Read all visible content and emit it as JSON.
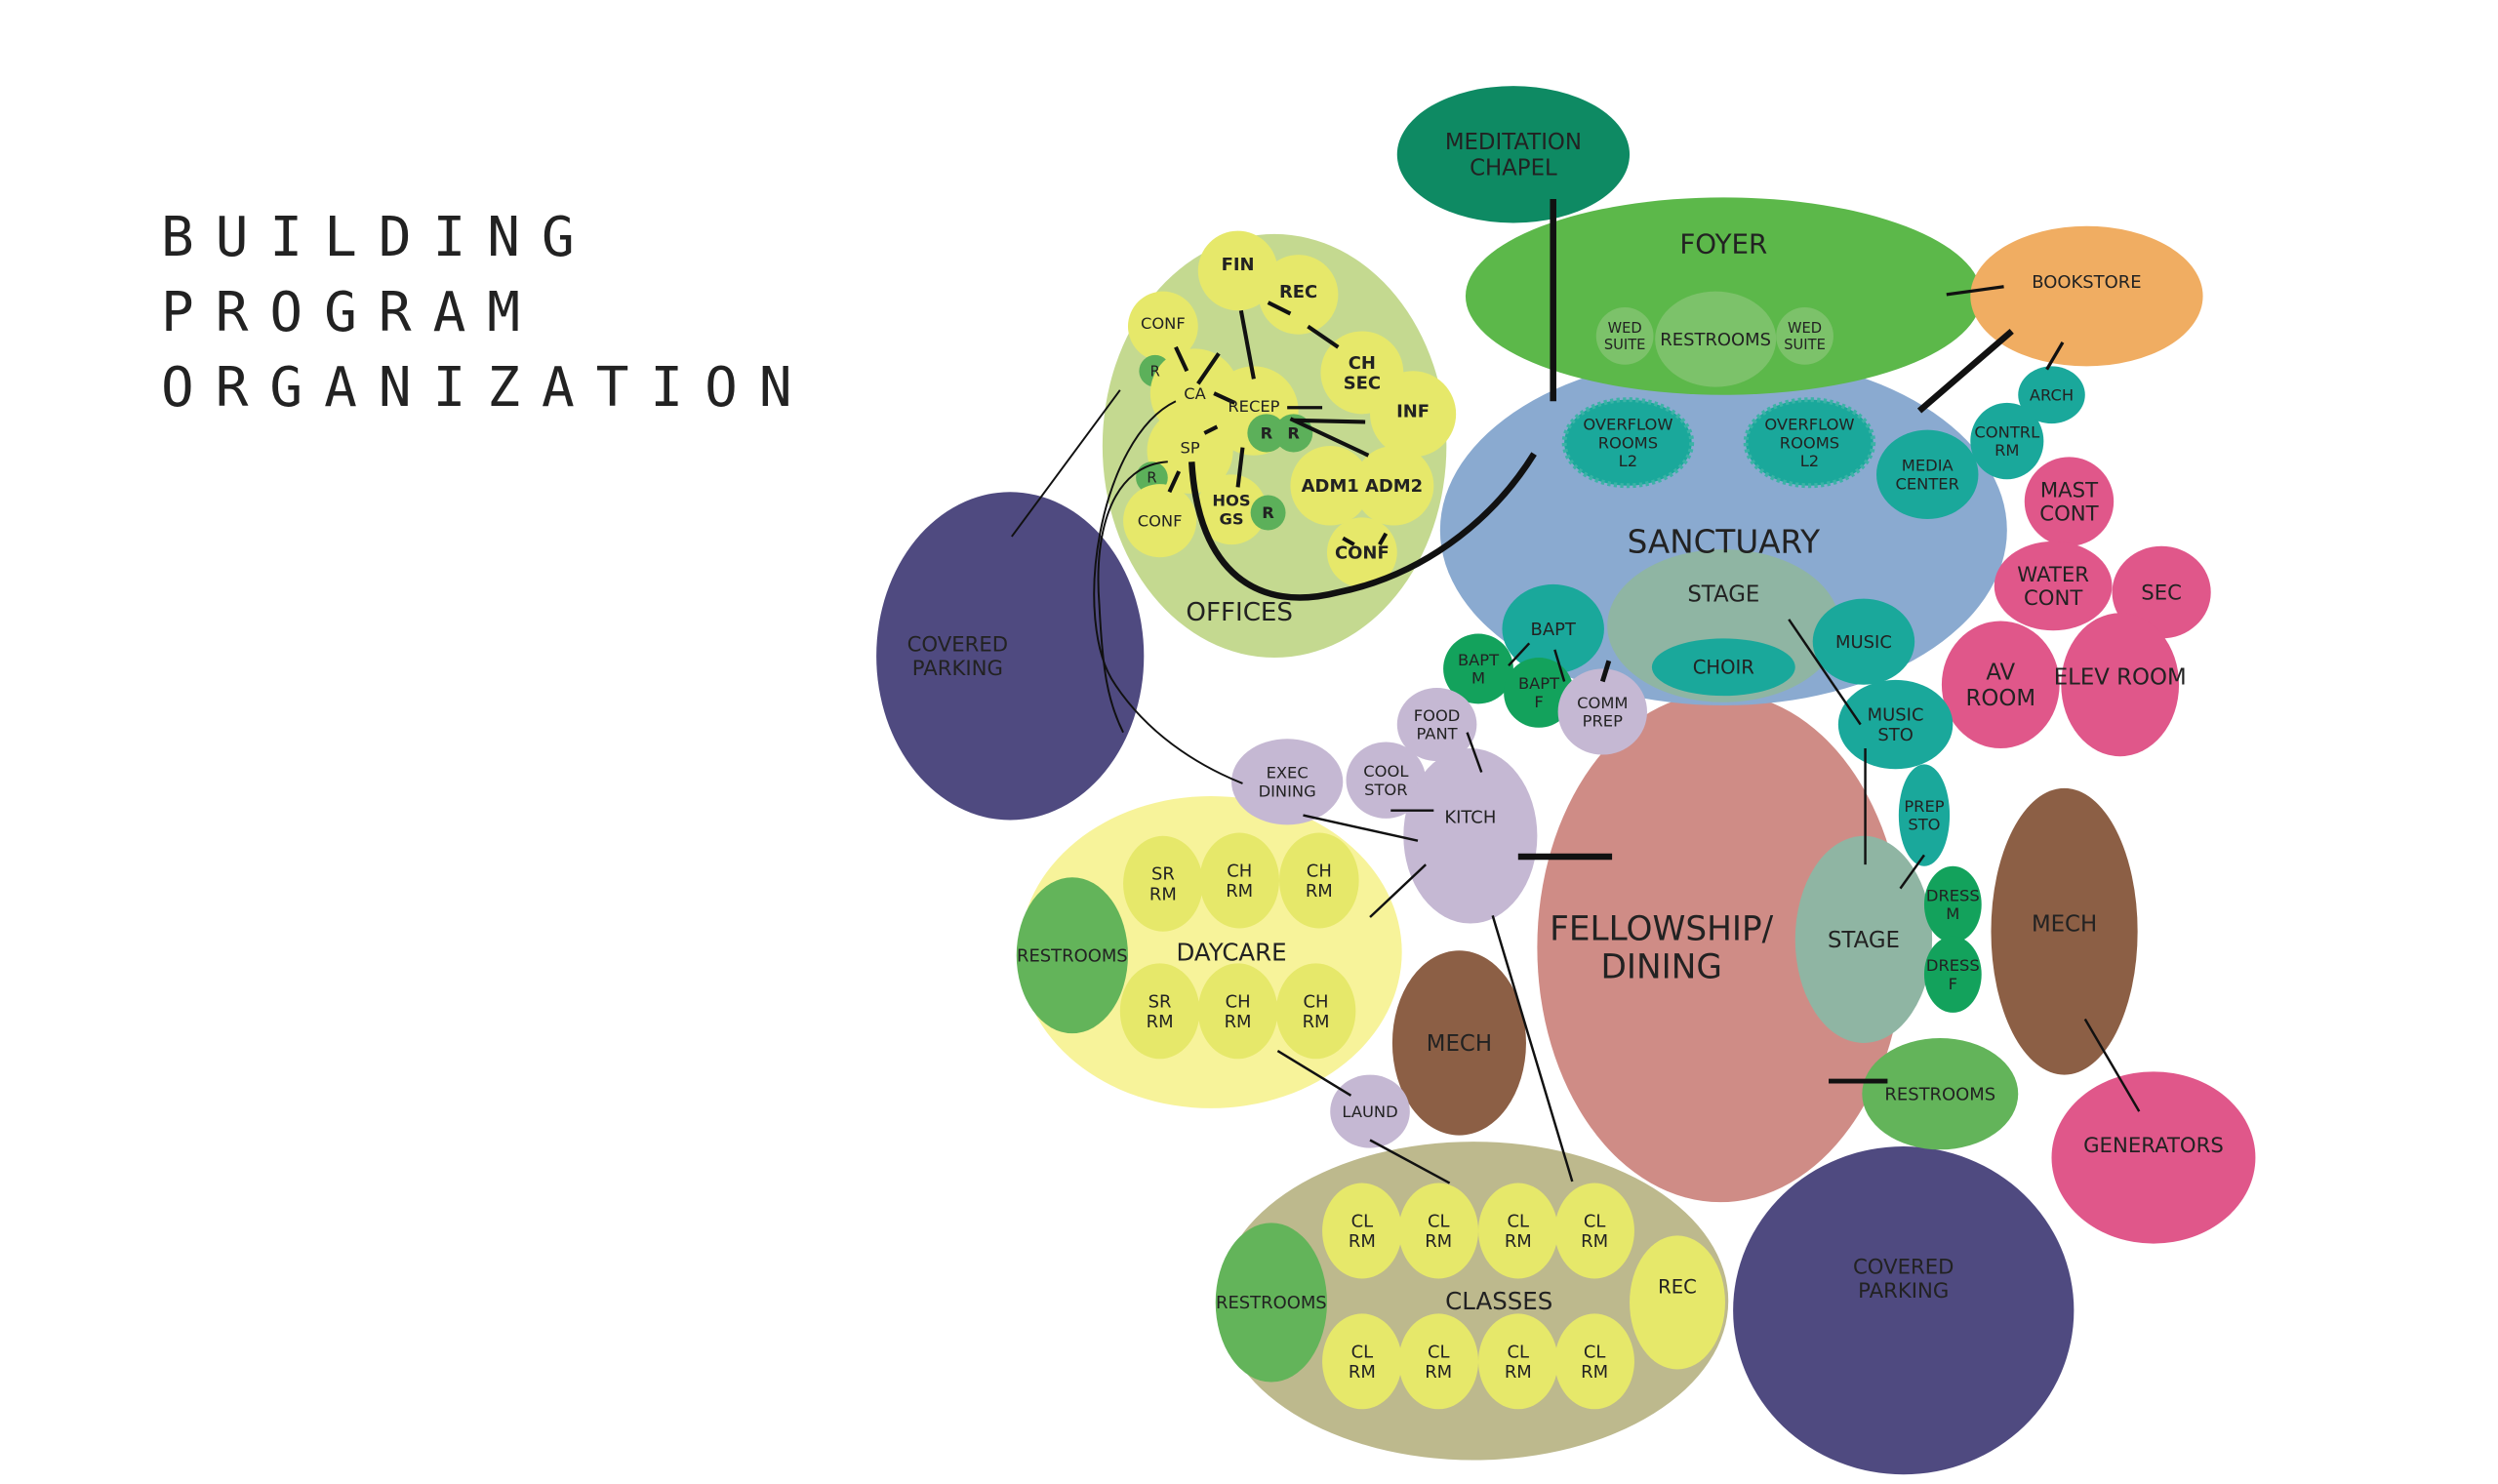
{
  "title": {
    "line1": "BUILDING",
    "line2": "PROGRAM",
    "line3": "ORGANIZATION"
  },
  "colors": {
    "offices": "#c4d990",
    "office_room": "#e6e86a",
    "restroom_small": "#5cb05a",
    "meditation": "#0e8a63",
    "foyer": "#5cb84a",
    "bookstore": "#f0ad62",
    "sanctuary": "#8aaad0",
    "stage": "#8fb5a3",
    "teal": "#1aa89b",
    "dark_green": "#13a25c",
    "pink": "#e0578a",
    "brown": "#8c5f45",
    "parking": "#4f4a80",
    "fellowship": "#cf8c86",
    "lavender": "#c5b8d3",
    "daycare": "#f7f39a",
    "classes": "#bdb98d",
    "restrooms": "#63b45a"
  },
  "nodes": {
    "meditation_chapel": [
      "MEDITATION",
      "CHAPEL"
    ],
    "foyer": [
      "FOYER"
    ],
    "foyer_restrooms": [
      "RESTROOMS"
    ],
    "wed_suite_1": [
      "WED",
      "SUITE"
    ],
    "wed_suite_2": [
      "WED",
      "SUITE"
    ],
    "bookstore": [
      "BOOKSTORE"
    ],
    "sanctuary": [
      "SANCTUARY"
    ],
    "overflow_1": [
      "OVERFLOW",
      "ROOMS",
      "L2"
    ],
    "overflow_2": [
      "OVERFLOW",
      "ROOMS",
      "L2"
    ],
    "media_center": [
      "MEDIA",
      "CENTER"
    ],
    "contrl_rm": [
      "CONTRL",
      "RM"
    ],
    "arch": [
      "ARCH"
    ],
    "mast_cont": [
      "MAST",
      "CONT"
    ],
    "water_cont": [
      "WATER",
      "CONT"
    ],
    "sec": [
      "SEC"
    ],
    "av_room": [
      "AV",
      "ROOM"
    ],
    "elev_room": [
      "ELEV ROOM"
    ],
    "sanctuary_stage": [
      "STAGE"
    ],
    "choir": [
      "CHOIR"
    ],
    "bapt": [
      "BAPT"
    ],
    "music": [
      "MUSIC"
    ],
    "bapt_m": [
      "BAPT",
      "M"
    ],
    "bapt_f": [
      "BAPT",
      "F"
    ],
    "comm_prep": [
      "COMM",
      "PREP"
    ],
    "music_sto": [
      "MUSIC",
      "STO"
    ],
    "fellowship": [
      "FELLOWSHIP/",
      "DINING"
    ],
    "fellowship_stage": [
      "STAGE"
    ],
    "prep_sto": [
      "PREP",
      "STO"
    ],
    "dress_m": [
      "DRESS",
      "M"
    ],
    "dress_f": [
      "DRESS",
      "F"
    ],
    "mech_right": [
      "MECH"
    ],
    "generators": [
      "GENERATORS"
    ],
    "fellowship_restrooms": [
      "RESTROOMS"
    ],
    "parking_right": [
      "COVERED",
      "PARKING"
    ],
    "food_pant": [
      "FOOD",
      "PANT"
    ],
    "exec_dining": [
      "EXEC",
      "DINING"
    ],
    "cool_stor": [
      "COOL",
      "STOR"
    ],
    "kitch": [
      "KITCH"
    ],
    "offices": [
      "OFFICES"
    ],
    "fin": [
      "FIN"
    ],
    "rec_office": [
      "REC"
    ],
    "conf_1": [
      "CONF"
    ],
    "r_1": [
      "R"
    ],
    "ca": [
      "CA"
    ],
    "ch_sec": [
      "CH",
      "SEC"
    ],
    "recep": [
      "RECEP"
    ],
    "inf": [
      "INF"
    ],
    "r_2": [
      "R"
    ],
    "r_3": [
      "R"
    ],
    "sp": [
      "SP"
    ],
    "r_4": [
      "R"
    ],
    "conf_2": [
      "CONF"
    ],
    "hos_gs": [
      "HOS",
      "GS"
    ],
    "r_5": [
      "R"
    ],
    "adm1": [
      "ADM1"
    ],
    "adm2": [
      "ADM2"
    ],
    "conf_3": [
      "CONF"
    ],
    "parking_left": [
      "COVERED",
      "PARKING"
    ],
    "daycare": [
      "DAYCARE"
    ],
    "daycare_restrooms": [
      "RESTROOMS"
    ],
    "sr_rm_1": [
      "SR",
      "RM"
    ],
    "ch_rm_1": [
      "CH",
      "RM"
    ],
    "ch_rm_2": [
      "CH",
      "RM"
    ],
    "sr_rm_2": [
      "SR",
      "RM"
    ],
    "ch_rm_3": [
      "CH",
      "RM"
    ],
    "ch_rm_4": [
      "CH",
      "RM"
    ],
    "mech_mid": [
      "MECH"
    ],
    "laund": [
      "LAUND"
    ],
    "classes": [
      "CLASSES"
    ],
    "classes_restrooms": [
      "RESTROOMS"
    ],
    "cl_rm_1": [
      "CL",
      "RM"
    ],
    "cl_rm_2": [
      "CL",
      "RM"
    ],
    "cl_rm_3": [
      "CL",
      "RM"
    ],
    "cl_rm_4": [
      "CL",
      "RM"
    ],
    "cl_rm_5": [
      "CL",
      "RM"
    ],
    "cl_rm_6": [
      "CL",
      "RM"
    ],
    "cl_rm_7": [
      "CL",
      "RM"
    ],
    "cl_rm_8": [
      "CL",
      "RM"
    ],
    "rec_classes": [
      "REC"
    ]
  }
}
